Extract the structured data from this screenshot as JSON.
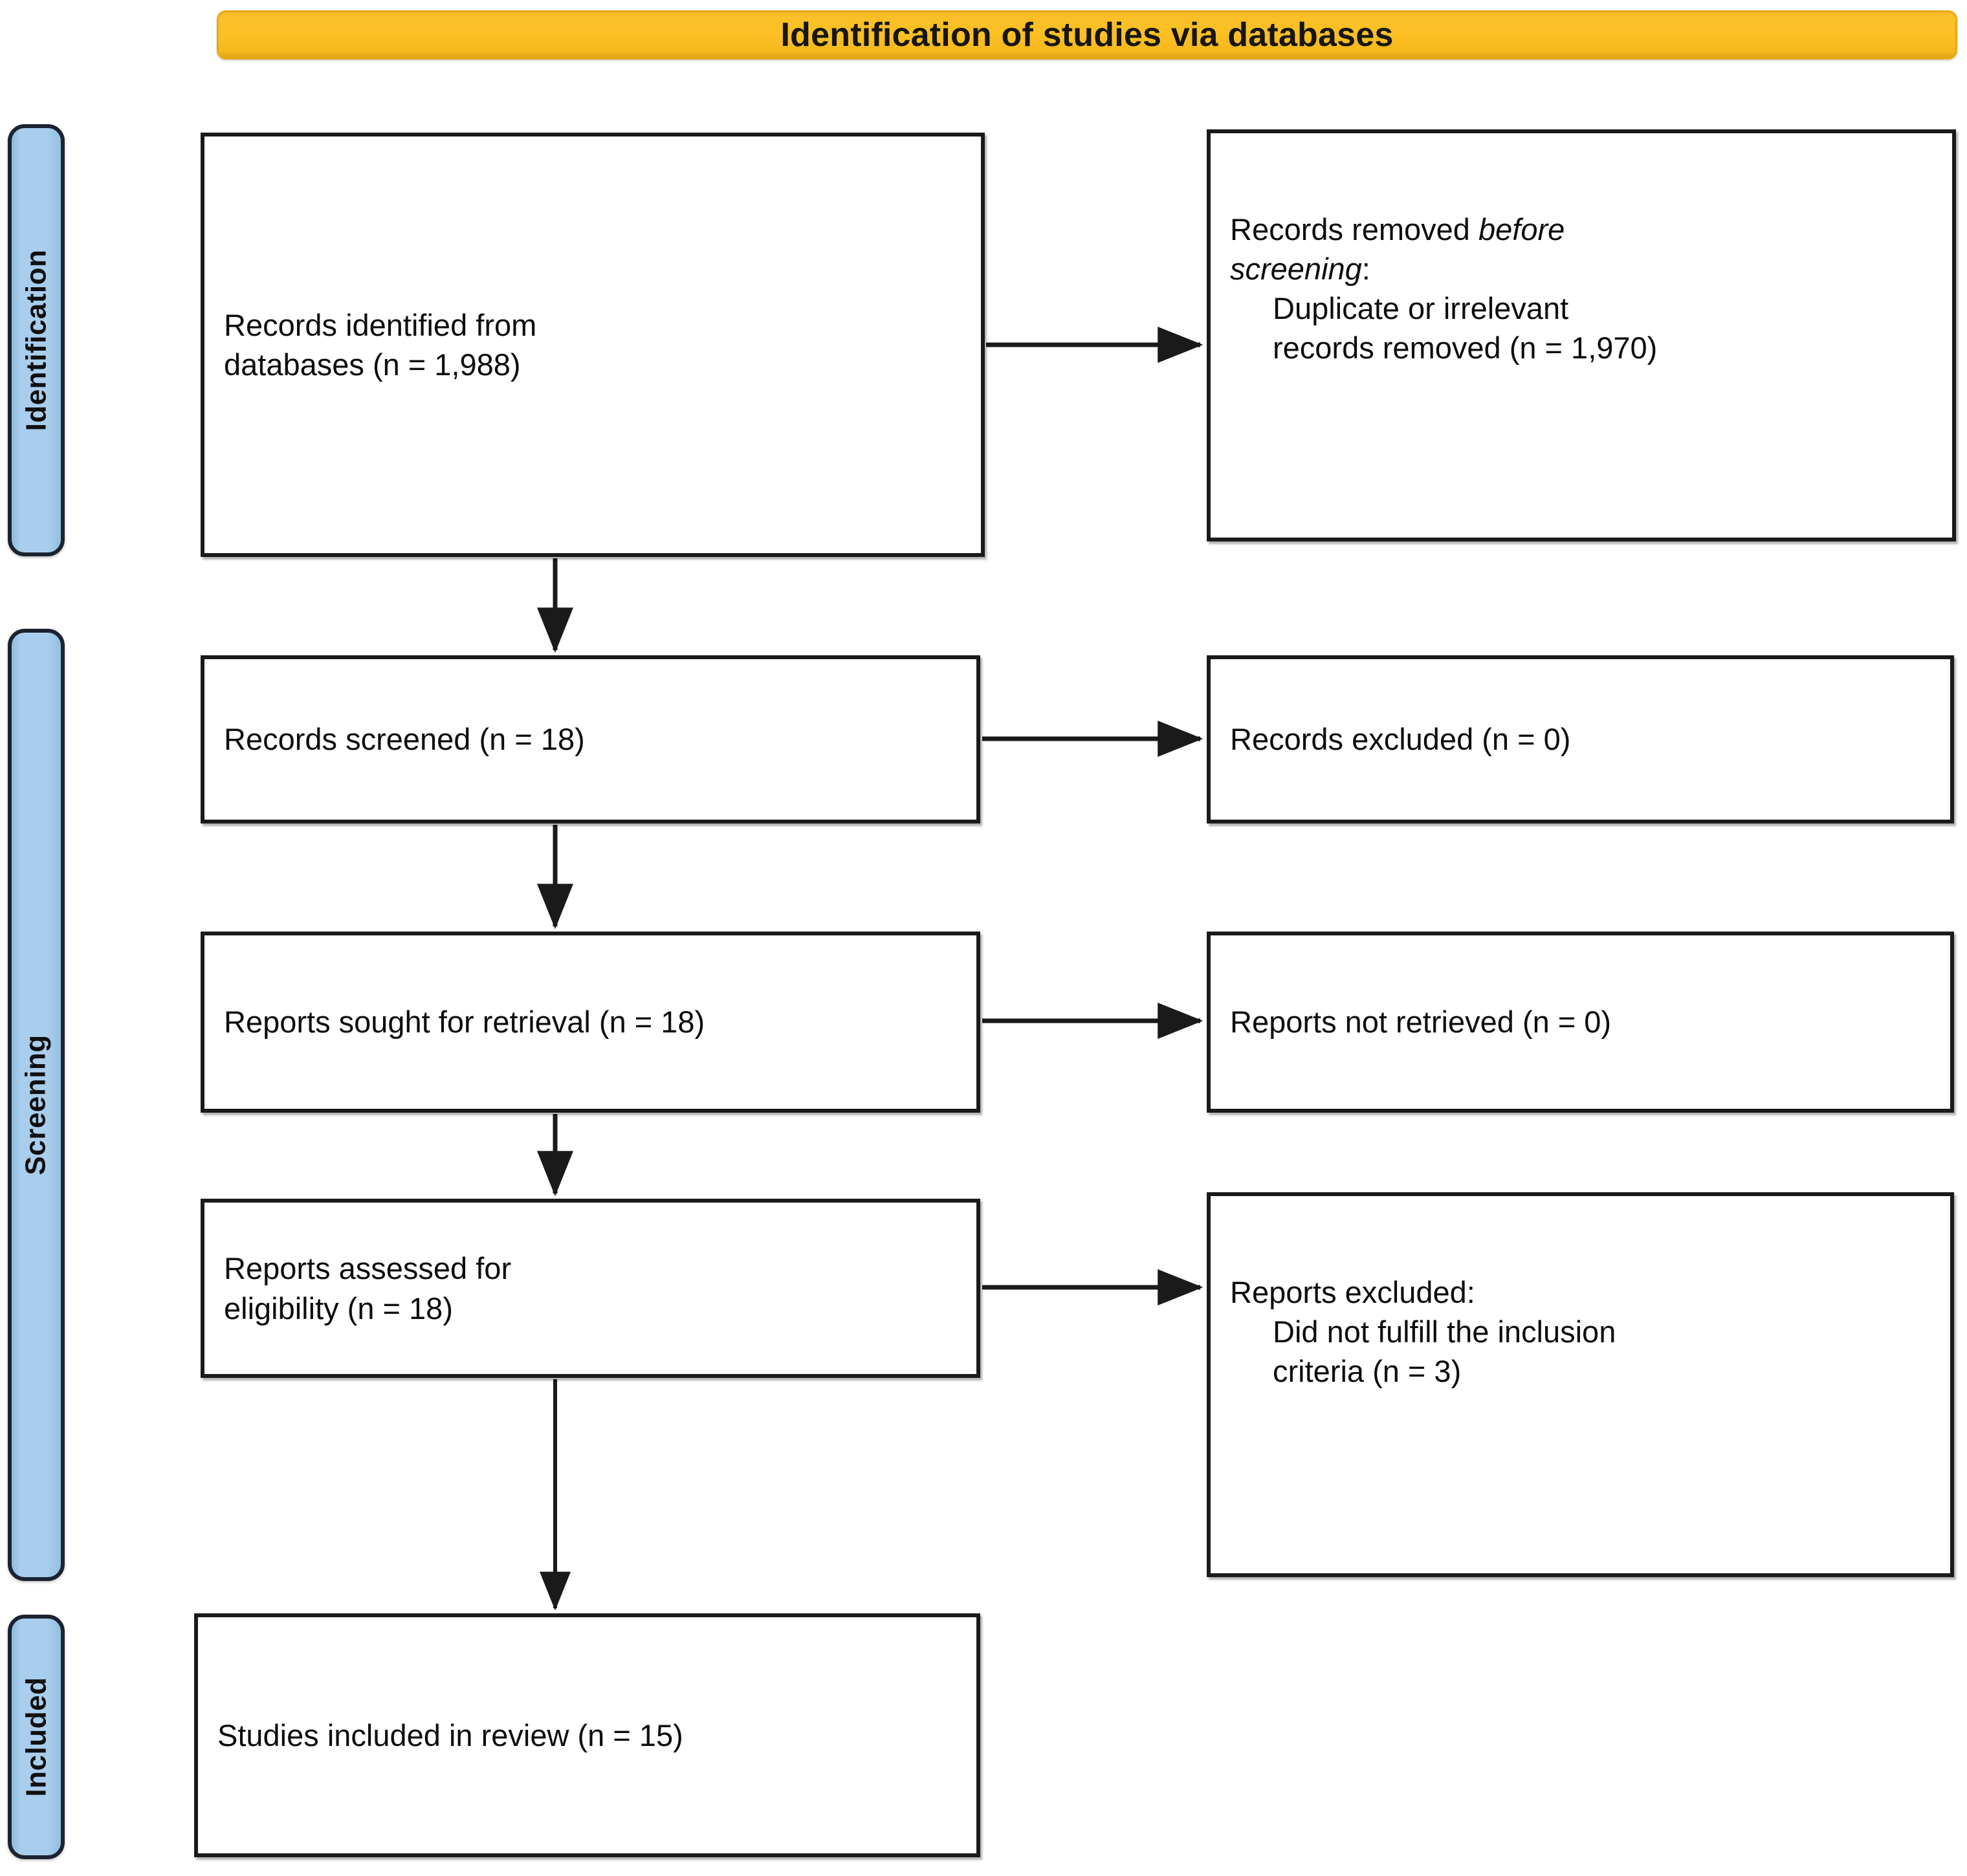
{
  "header": {
    "title": "Identification of studies via databases",
    "color": "#FBC029"
  },
  "stages": [
    {
      "id": "identification",
      "label": "Identification"
    },
    {
      "id": "screening",
      "label": "Screening"
    },
    {
      "id": "included",
      "label": "Included"
    }
  ],
  "stage_color": "#A9CDEC",
  "boxes": {
    "identified": {
      "line1": "Records identified from",
      "line2": "databases (n = 1,988)"
    },
    "removed": {
      "line1_a": "Records removed ",
      "line1_em": "before",
      "line2_em": "screening",
      "line2_b": ":",
      "line3": "Duplicate or irrelevant",
      "line4": "records removed (n = 1,970)"
    },
    "screened": {
      "line1": "Records screened (n = 18)"
    },
    "records_excluded": {
      "line1": "Records excluded (n = 0)"
    },
    "sought": {
      "line1": "Reports sought for retrieval (n = 18)"
    },
    "not_retrieved": {
      "line1": "Reports not retrieved (n = 0)"
    },
    "assessed": {
      "line1": "Reports assessed for",
      "line2": "eligibility (n = 18)"
    },
    "reports_excluded": {
      "line1": "Reports excluded:",
      "line2": "Did not fulfill the inclusion",
      "line3": "criteria (n = 3)"
    },
    "included": {
      "line1": "Studies included in review (n = 15)"
    }
  },
  "chart_data": {
    "type": "diagram",
    "title": "Identification of studies via databases",
    "diagram_kind": "PRISMA 2020 flow diagram",
    "stages": [
      "Identification",
      "Screening",
      "Included"
    ],
    "nodes": [
      {
        "id": "identified",
        "stage": "Identification",
        "column": "left",
        "label": "Records identified from databases",
        "n": 1988
      },
      {
        "id": "removed",
        "stage": "Identification",
        "column": "right",
        "label": "Records removed before screening: Duplicate or irrelevant records removed",
        "n": 1970
      },
      {
        "id": "screened",
        "stage": "Screening",
        "column": "left",
        "label": "Records screened",
        "n": 18
      },
      {
        "id": "records_excluded",
        "stage": "Screening",
        "column": "right",
        "label": "Records excluded",
        "n": 0
      },
      {
        "id": "sought",
        "stage": "Screening",
        "column": "left",
        "label": "Reports sought for retrieval",
        "n": 18
      },
      {
        "id": "not_retrieved",
        "stage": "Screening",
        "column": "right",
        "label": "Reports not retrieved",
        "n": 0
      },
      {
        "id": "assessed",
        "stage": "Screening",
        "column": "left",
        "label": "Reports assessed for eligibility",
        "n": 18
      },
      {
        "id": "reports_excluded",
        "stage": "Screening",
        "column": "right",
        "label": "Reports excluded: Did not fulfill the inclusion criteria",
        "n": 3
      },
      {
        "id": "included",
        "stage": "Included",
        "column": "left",
        "label": "Studies included in review",
        "n": 15
      }
    ],
    "edges": [
      {
        "from": "identified",
        "to": "removed",
        "direction": "horizontal"
      },
      {
        "from": "identified",
        "to": "screened",
        "direction": "vertical"
      },
      {
        "from": "screened",
        "to": "records_excluded",
        "direction": "horizontal"
      },
      {
        "from": "screened",
        "to": "sought",
        "direction": "vertical"
      },
      {
        "from": "sought",
        "to": "not_retrieved",
        "direction": "horizontal"
      },
      {
        "from": "sought",
        "to": "assessed",
        "direction": "vertical"
      },
      {
        "from": "assessed",
        "to": "reports_excluded",
        "direction": "horizontal"
      },
      {
        "from": "assessed",
        "to": "included",
        "direction": "vertical"
      }
    ]
  }
}
